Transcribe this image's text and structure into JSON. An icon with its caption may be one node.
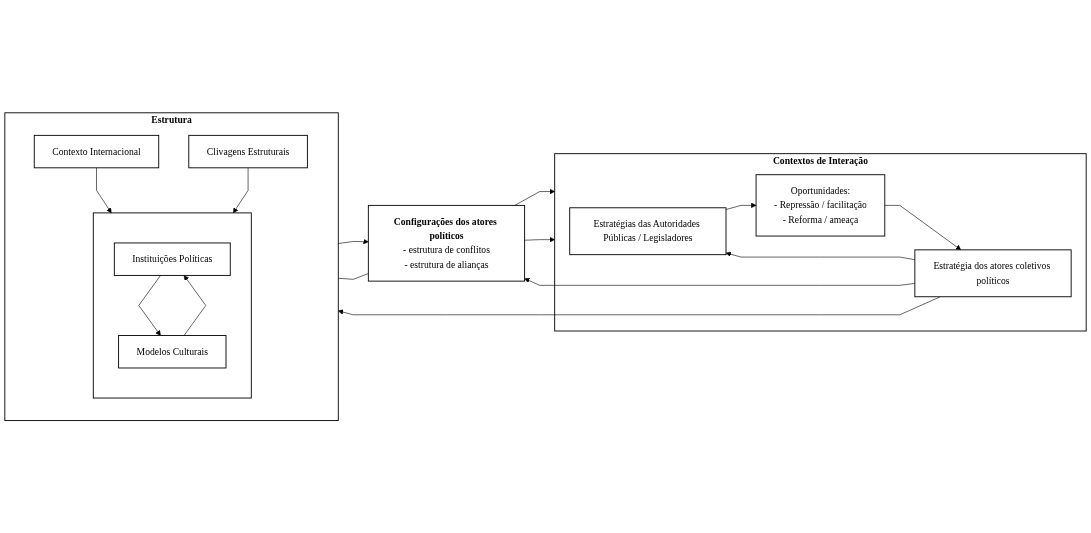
{
  "diagram": {
    "nodes": [
      {
        "text": [
          "Estrutura"
        ]
      },
      {
        "text": [
          "Contexto Internacional"
        ],
        "in": 0
      },
      {
        "text": [],
        "shape": "box",
        "in": 0
      },
      {
        "text": [
          "Instituições Políticas"
        ],
        "in": 2
      },
      {
        "text": [
          "Modelos Culturais"
        ],
        "in": 2
      },
      {
        "text": [
          "Clivagens Estruturais"
        ],
        "in": 0
      },
      {
        "text": [
          "Configurações dos atores políticos",
          "- estrutura de conflitos",
          "- estrutura de alianças"
        ]
      },
      {
        "text": [
          "Contextos de Interação"
        ]
      },
      {
        "text": [
          "Estratégias das Autoridades Públicas / Legisladores"
        ],
        "in": 7
      },
      {
        "text": [
          "Oportunidades:",
          "- Repressão / facilitação",
          "- Reforma / ameaça"
        ],
        "in": 7
      },
      {
        "text": [
          "Estratégia dos atores coletivos políticos"
        ],
        "in": 7
      }
    ],
    "edges": [
      {
        "from": 1,
        "to": 2,
        "arrow": "to"
      },
      {
        "from": 3,
        "to": 4,
        "arrow": "to"
      },
      {
        "from": 4,
        "to": 3,
        "arrow": "to"
      },
      {
        "from": 5,
        "to": 2,
        "arrow": "to"
      },
      {
        "from": 0,
        "to": 6,
        "arrow": "to"
      },
      {
        "from": 0,
        "to": 6,
        "arrow": "none"
      },
      {
        "from": 6,
        "to": 7,
        "arrow": "to"
      },
      {
        "from": 6,
        "to": 7,
        "arrow": "to"
      },
      {
        "from": 8,
        "to": 9,
        "arrow": "to"
      },
      {
        "from": 9,
        "to": 10,
        "arrow": "to"
      },
      {
        "from": 10,
        "to": 8,
        "arrow": "to"
      },
      {
        "from": 10,
        "to": 6,
        "arrow": "to"
      },
      {
        "from": 10,
        "to": 0,
        "arrow": "to"
      }
    ]
  }
}
